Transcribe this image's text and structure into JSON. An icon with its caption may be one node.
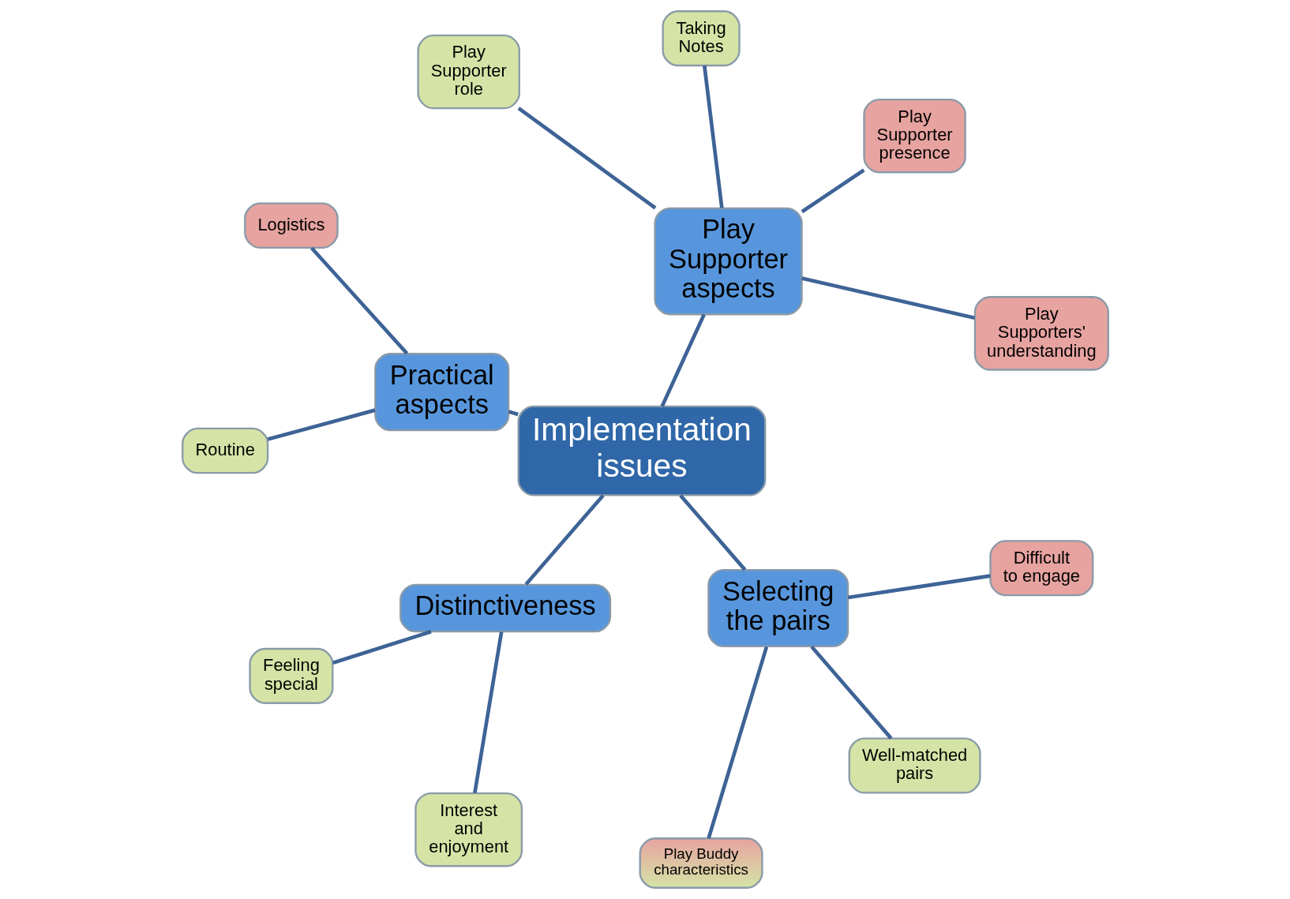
{
  "diagram": {
    "nodes": [
      {
        "text": [
          "Implementation issues"
        ]
      },
      {
        "text": [
          "Play Supporter aspects"
        ]
      },
      {
        "text": [
          "Practical aspects"
        ]
      },
      {
        "text": [
          "Distinctiveness"
        ]
      },
      {
        "text": [
          "Selecting the pairs"
        ]
      },
      {
        "text": [
          "Play Supporters' understanding"
        ]
      },
      {
        "text": [
          "Play Supporter presence"
        ]
      },
      {
        "text": [
          "Taking Notes"
        ]
      },
      {
        "text": [
          "Play Supporter role"
        ]
      },
      {
        "text": [
          "Logistics"
        ]
      },
      {
        "text": [
          "Routine"
        ]
      },
      {
        "text": [
          "Feeling special"
        ]
      },
      {
        "text": [
          "Interest and enjoyment"
        ]
      },
      {
        "text": [
          "Play Buddy characteristics"
        ]
      },
      {
        "text": [
          "Well-matched pairs"
        ]
      },
      {
        "text": [
          "Difficult to engage"
        ]
      }
    ],
    "edges": [
      {
        "from": 0,
        "to": 1,
        "arrow": "none"
      },
      {
        "from": 0,
        "to": 2,
        "arrow": "none"
      },
      {
        "from": 0,
        "to": 3,
        "arrow": "none"
      },
      {
        "from": 0,
        "to": 4,
        "arrow": "none"
      },
      {
        "from": 1,
        "to": 5,
        "arrow": "none"
      },
      {
        "from": 1,
        "to": 6,
        "arrow": "none"
      },
      {
        "from": 1,
        "to": 7,
        "arrow": "none"
      },
      {
        "from": 1,
        "to": 8,
        "arrow": "none"
      },
      {
        "from": 2,
        "to": 9,
        "arrow": "none"
      },
      {
        "from": 2,
        "to": 10,
        "arrow": "none"
      },
      {
        "from": 3,
        "to": 11,
        "arrow": "none"
      },
      {
        "from": 3,
        "to": 12,
        "arrow": "none"
      },
      {
        "from": 4,
        "to": 13,
        "arrow": "none"
      },
      {
        "from": 4,
        "to": 14,
        "arrow": "none"
      },
      {
        "from": 4,
        "to": 15,
        "arrow": "none"
      }
    ]
  }
}
